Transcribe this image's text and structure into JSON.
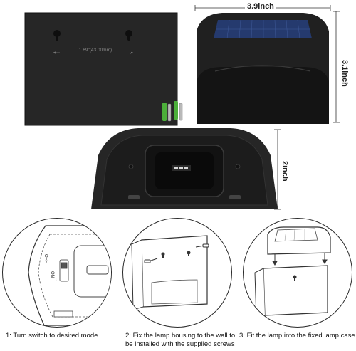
{
  "dimensions": {
    "width": "3.9inch",
    "height": "3.1inch",
    "depth": "2inch",
    "screw_spacing": "1.69\"(43.00mm)"
  },
  "switch_labels": {
    "off": "OFF",
    "on": "ON",
    "indicator": "U"
  },
  "steps": [
    {
      "num": "1:",
      "text": "Turn switch to desired mode"
    },
    {
      "num": "2:",
      "text": "Fix the lamp housing to the wall to",
      "text2": "be installed with the supplied screws"
    },
    {
      "num": "3:",
      "text": "Fit the lamp into the fixed lamp case"
    }
  ],
  "colors": {
    "housing": "#232323",
    "anchor_green": "#4caf3a",
    "screw_silver": "#b9b9b9"
  }
}
